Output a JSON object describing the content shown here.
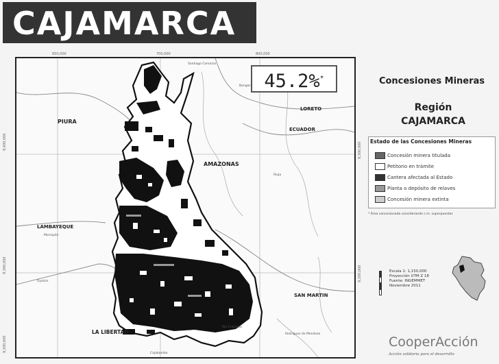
{
  "title": "CAJAMARCA",
  "map": {
    "percentage_main": "45.2%",
    "percentage_mark": "*",
    "neighbors": [
      "PIURA",
      "LORETO",
      "ECUADOR",
      "AMAZONAS",
      "LAMBAYEQUE",
      "LA LIBERTAD",
      "SAN MARTIN"
    ],
    "small_places": [
      "Santiago Comaina",
      "Bongara",
      "Rioja",
      "Morropón",
      "Oyotún",
      "Río Crisnejas",
      "Rodríguez de Mendoza"
    ],
    "bottom_tick": "Cajabamba",
    "ticks_top": [
      "650,000",
      "700,000",
      "800,000"
    ],
    "ticks_left": [
      "9,400,000",
      "9,300,000",
      "9,200,000"
    ],
    "ticks_right": [
      "9,300,000",
      "9,200,000"
    ]
  },
  "legend": {
    "title": "Concesiones Mineras",
    "region_label": "Región",
    "region_name": "CAJAMARCA",
    "box_title": "Estado de las Concesiones Mineras",
    "items": [
      {
        "label": "Concesión minera titulada",
        "color": "#666666"
      },
      {
        "label": "Petitorio en trámite",
        "color": "#ffffff"
      },
      {
        "label": "Cantera afectada al Estado",
        "color": "#333333"
      },
      {
        "label": "Planta o depósito de relaves",
        "color": "#999999"
      },
      {
        "label": "Concesión minera extinta",
        "color": "#cccccc"
      }
    ],
    "note": "* Área concesionada considerando c.m. superpuestas"
  },
  "info": {
    "scale": "Escala 1: 1,150,000",
    "projection": "Proyección UTM Z 18",
    "source": "Fuente: INGEMMET",
    "date": "Noviembre 2011"
  },
  "brand": {
    "name": "CooperAcción",
    "tagline": "Acción solidaria para el desarrollo"
  },
  "colors": {
    "banner": "#333333",
    "concession": "#111111",
    "region_fill": "#ffffff",
    "background": "#f4f4f4"
  }
}
